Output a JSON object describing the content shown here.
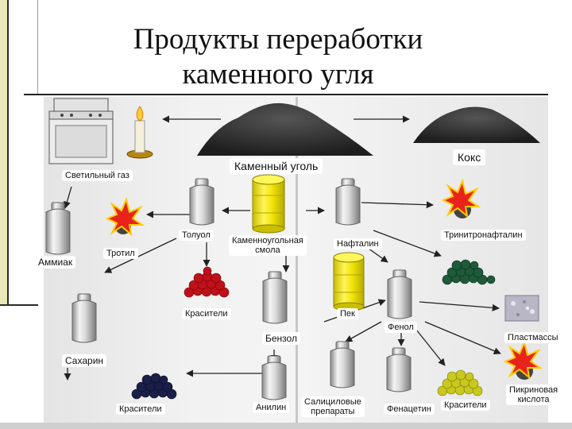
{
  "title_line1": "Продукты переработки",
  "title_line2": "каменного угля",
  "labels": {
    "coal": "Каменный уголь",
    "coke": "Кокс",
    "lighting_gas": "Светильный газ",
    "ammonia": "Аммиак",
    "trotyl": "Тротил",
    "toluene": "Толуол",
    "coal_tar": "Каменноугольная\nсмола",
    "naphthalene": "Нафталин",
    "trinitronaphthalene": "Тринитронафталин",
    "dyes_1": "Красители",
    "pitch": "Пек",
    "phenol": "Фенол",
    "plastics": "Пластмассы",
    "benzene": "Бензол",
    "saccharin": "Сахарин",
    "dyes_2": "Красители",
    "aniline": "Анилин",
    "salicylic": "Салициловые\nпрепараты",
    "phenacetin": "Фенацетин",
    "dyes_3": "Красители",
    "picric_acid": "Пикриновая\nкислота"
  },
  "colors": {
    "coal": "#2b2b2b",
    "dye_red": "#c0101a",
    "dye_green": "#1f5a3a",
    "dye_navy": "#1a1f4a",
    "dye_yellow": "#c8c81e",
    "barrel_yellow": "#f2e60a"
  }
}
